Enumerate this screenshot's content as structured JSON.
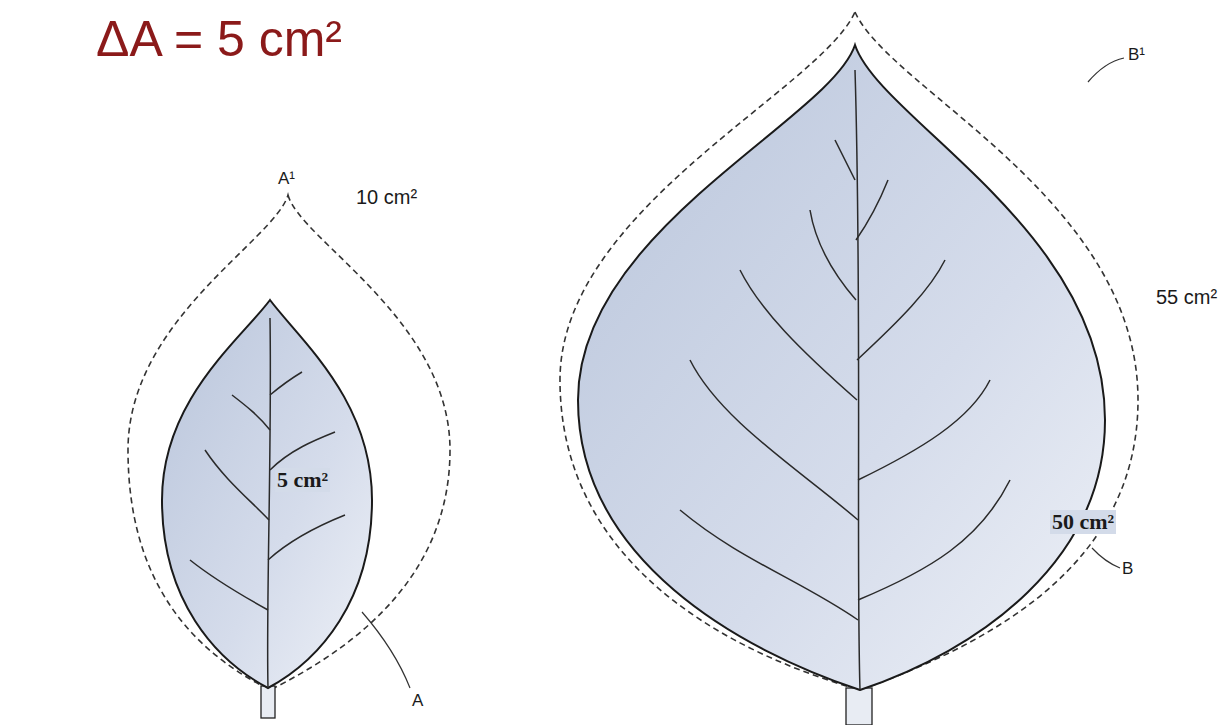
{
  "diagram": {
    "title": "ΔA = 5 cm²",
    "nodes": [
      {
        "text": [
          "5 cm²"
        ]
      },
      {
        "text": [
          "50 cm²"
        ]
      }
    ],
    "labels": [
      "A¹",
      "10 cm²",
      "A",
      "B¹",
      "55 cm²",
      "B"
    ]
  }
}
